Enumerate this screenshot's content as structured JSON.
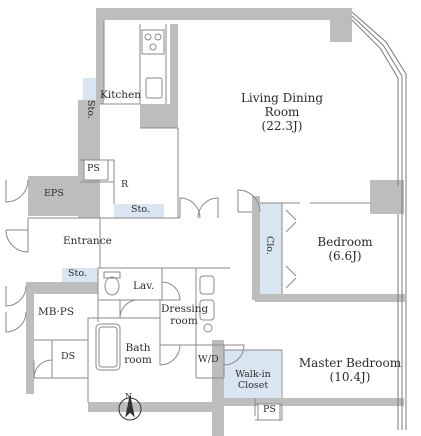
{
  "rooms": {
    "kitchen": "Kitchen",
    "sto_kitchen": "Sto.",
    "living": {
      "line1": "Living Dining",
      "line2": "Room",
      "area": "(22.3J)"
    },
    "ps_upper": "PS",
    "r": "R",
    "eps": "EPS",
    "sto_hall": "Sto.",
    "entrance": "Entrance",
    "sto_entrance": "Sto.",
    "closet": "Clo.",
    "bedroom": {
      "name": "Bedroom",
      "area": "(6.6J)"
    },
    "lav": "Lav.",
    "mbps": "MB·PS",
    "dressing": {
      "line1": "Dressing",
      "line2": "room"
    },
    "bath": {
      "line1": "Bath",
      "line2": "room"
    },
    "ds": "DS",
    "wd": "W/D",
    "walkin": {
      "line1": "Walk-in",
      "line2": "Closet"
    },
    "master": {
      "name": "Master Bedroom",
      "area": "(10.4J)"
    },
    "ps_lower": "PS"
  },
  "compass": {
    "label": "N"
  },
  "colors": {
    "wall": "#bdbdbd",
    "storage": "#d9e6f2",
    "line": "#7a7a7a",
    "door": "#8a8a8a"
  }
}
